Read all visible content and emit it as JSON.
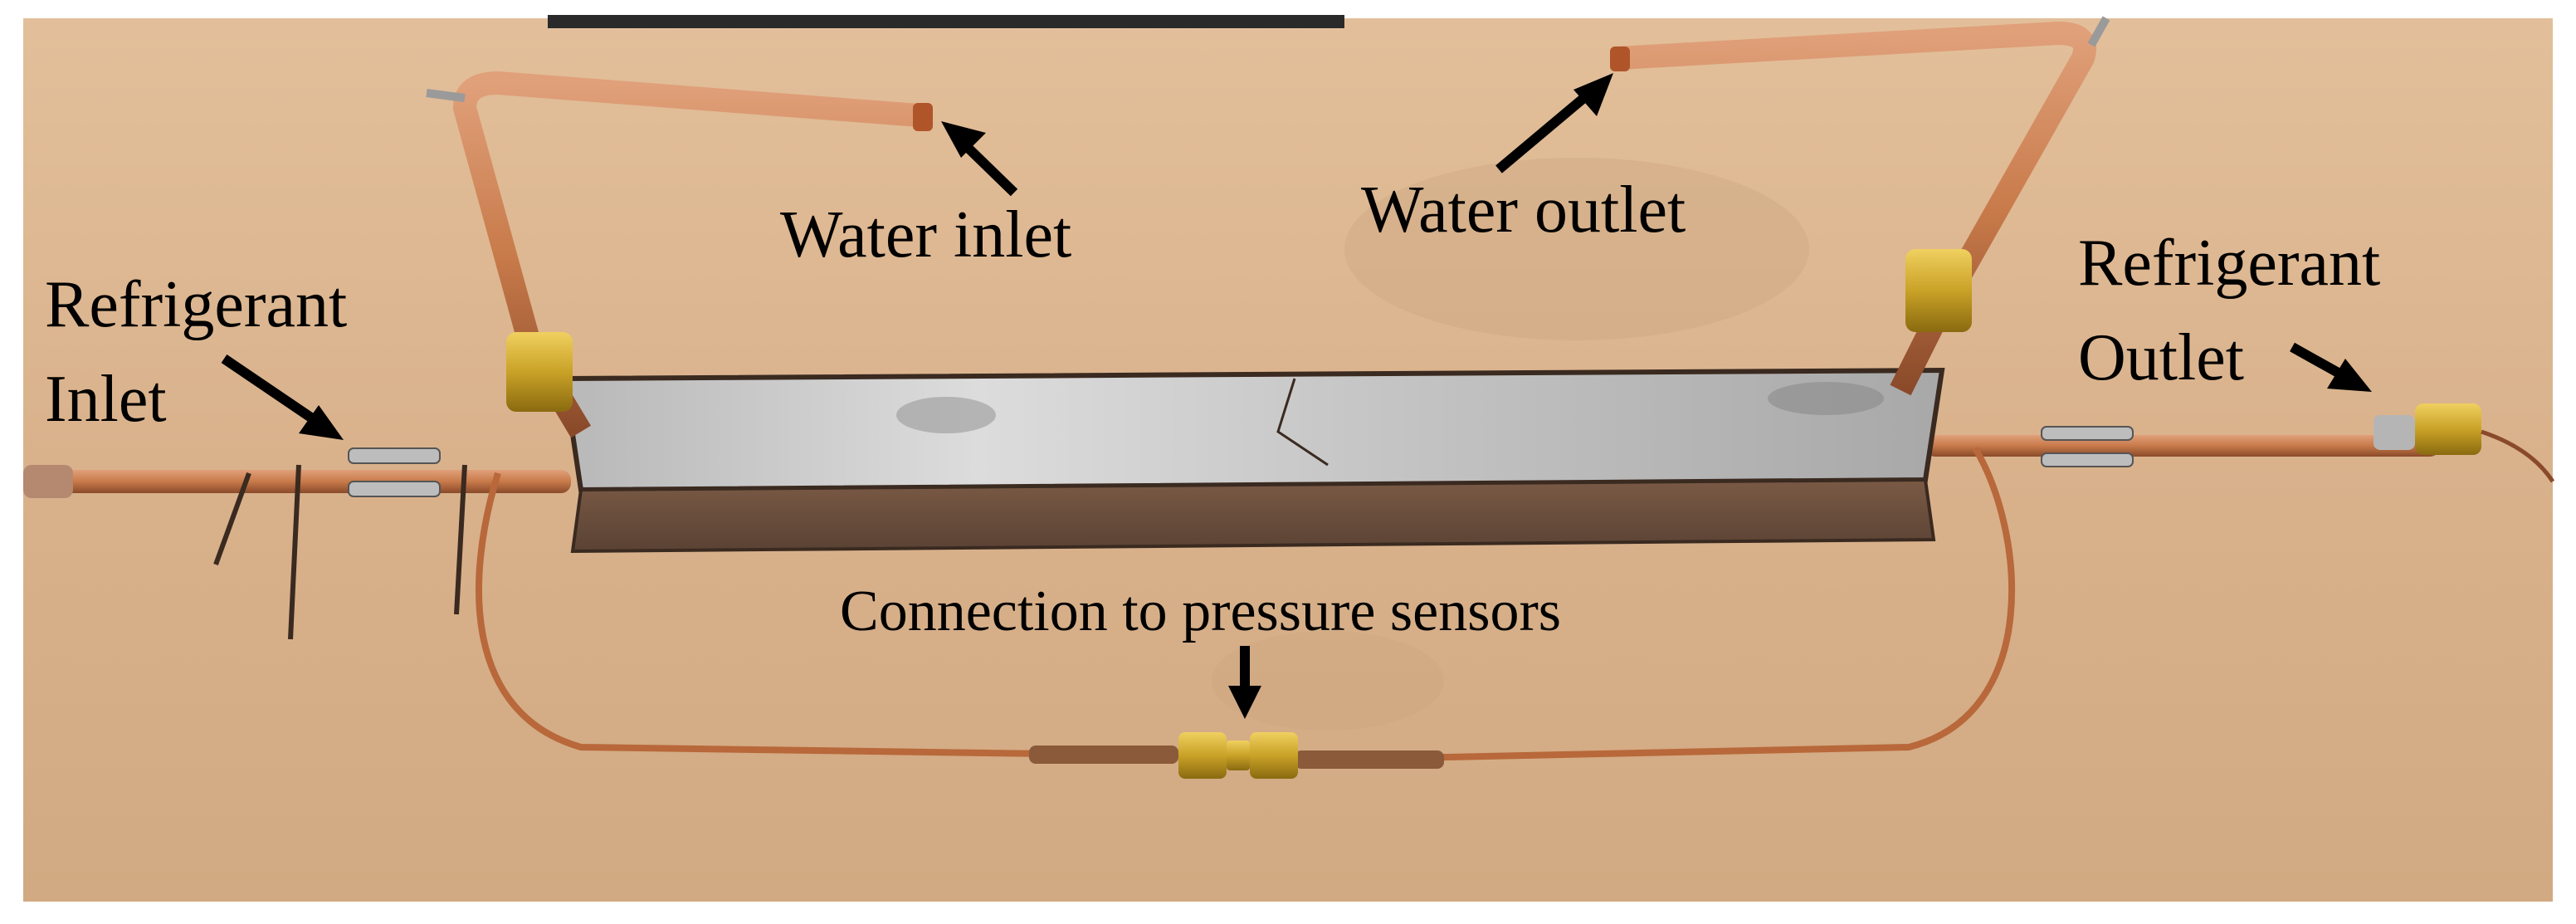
{
  "labels": {
    "water_inlet": "Water inlet",
    "water_outlet": "Water outlet",
    "refrigerant_inlet_line1": "Refrigerant",
    "refrigerant_inlet_line2": "Inlet",
    "refrigerant_outlet_line1": "Refrigerant",
    "refrigerant_outlet_line2": "Outlet",
    "pressure_connection": "Connection to pressure sensors"
  },
  "colors": {
    "table_wood": "#d9b48f",
    "copper": "#c87a4a",
    "copper_dark": "#8a4a2a",
    "brass": "#c9a227",
    "steel_tray": "#6b5040",
    "tray_top": "#c9c9c9",
    "arrow": "#000000"
  }
}
